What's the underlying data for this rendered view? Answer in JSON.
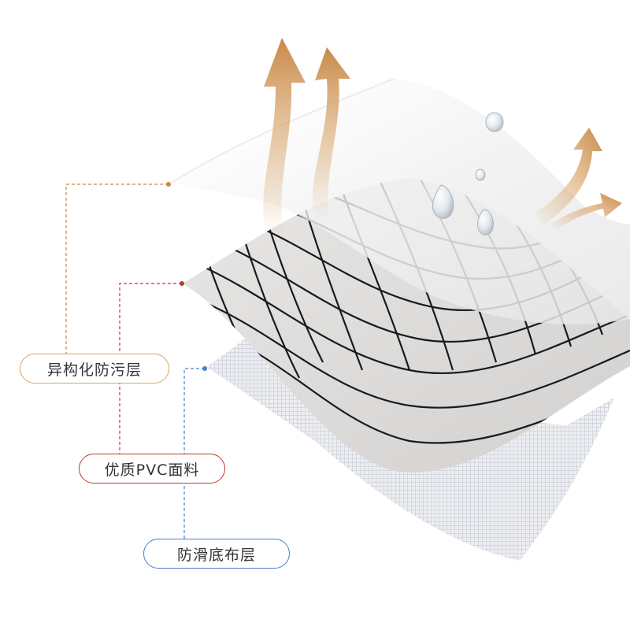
{
  "labels": {
    "stain_layer": "异构化防污层",
    "pvc_layer": "优质PVC面料",
    "slip_layer": "防滑底布层"
  },
  "colors": {
    "stain_layer": "#c88a3e",
    "pvc_layer": "#c0392b",
    "slip_layer": "#4a7ec7",
    "arrow": "#d9a56a",
    "grid_line": "#1a1a1a"
  },
  "icons": [
    "water-droplet-icon",
    "breathable-arrow-icon"
  ]
}
